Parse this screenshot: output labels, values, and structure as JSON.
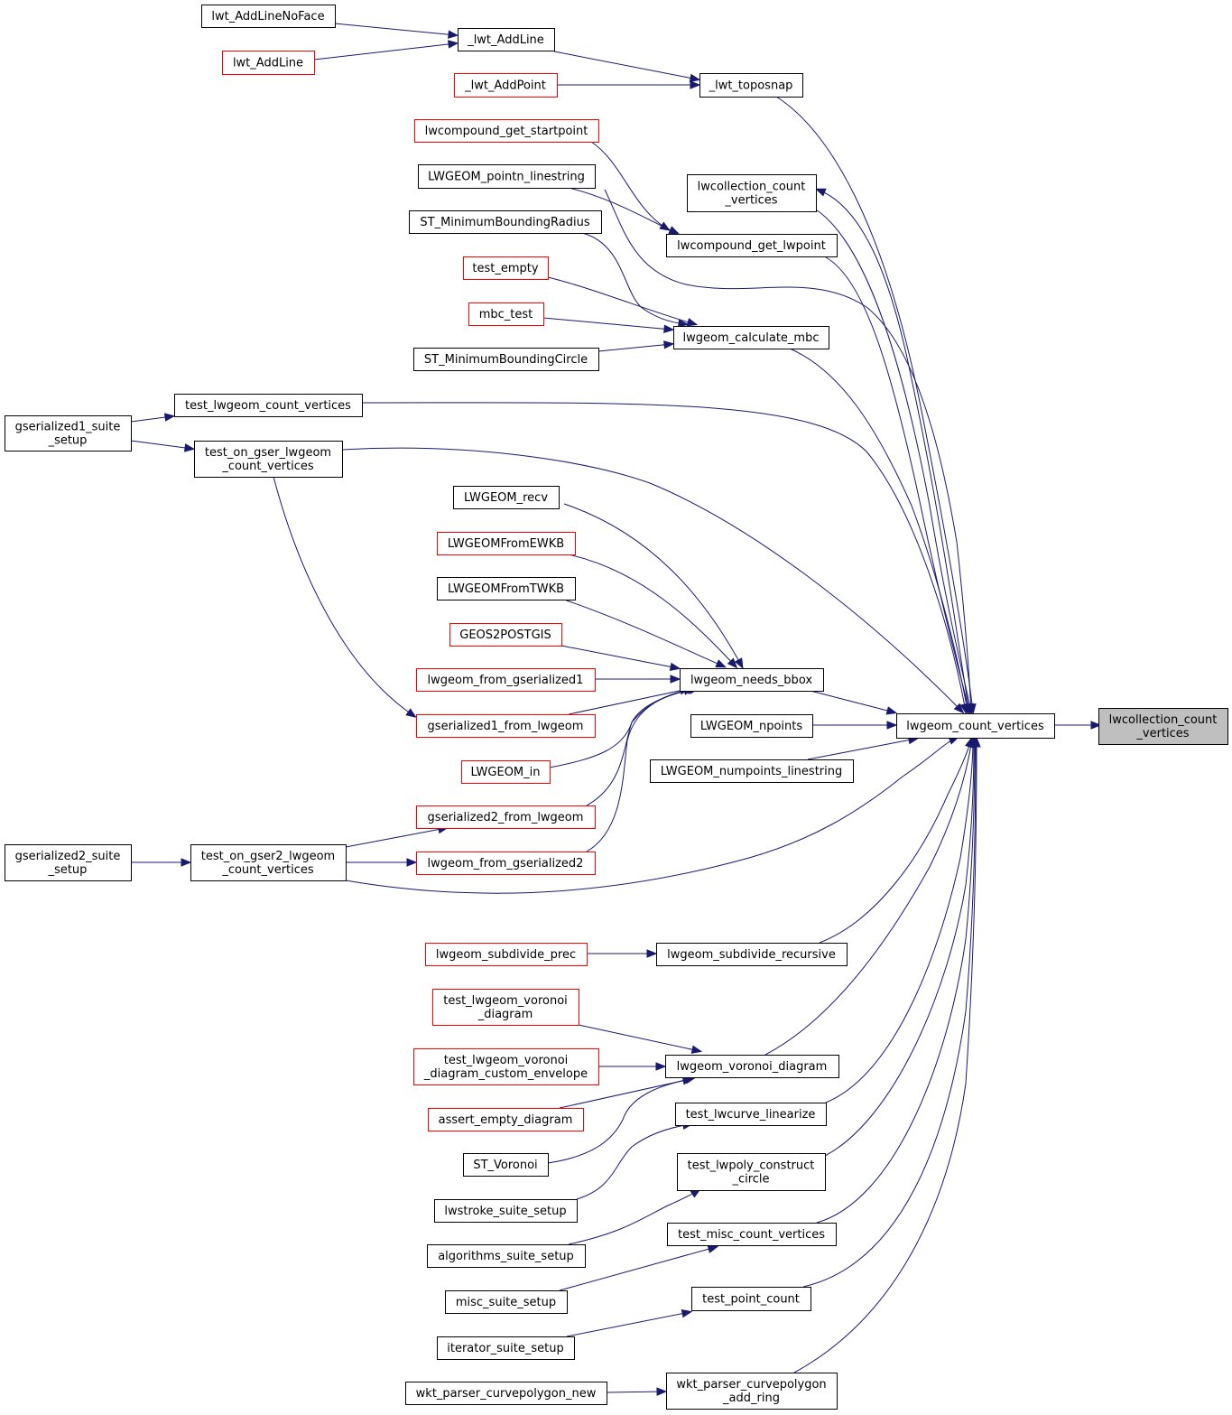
{
  "colors": {
    "edge": "#191970",
    "node_border_default": "#000000",
    "node_border_truncated": "#ff0000",
    "focus_fill": "#bfbfbf"
  },
  "nodes": [
    {
      "id": "n0",
      "lines": [
        "lwcollection_count",
        "_vertices"
      ],
      "style": "focus"
    },
    {
      "id": "n1",
      "lines": [
        "lwgeom_count_vertices"
      ],
      "style": "normal"
    },
    {
      "id": "n2",
      "lines": [
        "_lwt_toposnap"
      ],
      "style": "normal"
    },
    {
      "id": "n3",
      "lines": [
        "_lwt_AddLine"
      ],
      "style": "normal"
    },
    {
      "id": "n4",
      "lines": [
        "lwt_AddLineNoFace"
      ],
      "style": "normal"
    },
    {
      "id": "n5",
      "lines": [
        "lwt_AddLine"
      ],
      "style": "truncated"
    },
    {
      "id": "n6",
      "lines": [
        "_lwt_AddPoint"
      ],
      "style": "truncated"
    },
    {
      "id": "n7",
      "lines": [
        "lwcollection_count",
        "_vertices"
      ],
      "style": "normal"
    },
    {
      "id": "n8",
      "lines": [
        "lwcompound_get_lwpoint"
      ],
      "style": "normal"
    },
    {
      "id": "n9",
      "lines": [
        "lwcompound_get_startpoint"
      ],
      "style": "truncated"
    },
    {
      "id": "n10",
      "lines": [
        "LWGEOM_pointn_linestring"
      ],
      "style": "normal"
    },
    {
      "id": "n11",
      "lines": [
        "lwgeom_calculate_mbc"
      ],
      "style": "normal"
    },
    {
      "id": "n12",
      "lines": [
        "ST_MinimumBoundingRadius"
      ],
      "style": "normal"
    },
    {
      "id": "n13",
      "lines": [
        "test_empty"
      ],
      "style": "truncated"
    },
    {
      "id": "n14",
      "lines": [
        "mbc_test"
      ],
      "style": "truncated"
    },
    {
      "id": "n15",
      "lines": [
        "ST_MinimumBoundingCircle"
      ],
      "style": "normal"
    },
    {
      "id": "n16",
      "lines": [
        "test_lwgeom_count_vertices"
      ],
      "style": "normal"
    },
    {
      "id": "n17",
      "lines": [
        "gserialized1_suite",
        "_setup"
      ],
      "style": "normal"
    },
    {
      "id": "n18",
      "lines": [
        "test_on_gser_lwgeom",
        "_count_vertices"
      ],
      "style": "normal"
    },
    {
      "id": "n19",
      "lines": [
        "lwgeom_needs_bbox"
      ],
      "style": "normal"
    },
    {
      "id": "n20",
      "lines": [
        "LWGEOM_recv"
      ],
      "style": "normal"
    },
    {
      "id": "n21",
      "lines": [
        "LWGEOMFromEWKB"
      ],
      "style": "truncated"
    },
    {
      "id": "n22",
      "lines": [
        "LWGEOMFromTWKB"
      ],
      "style": "normal"
    },
    {
      "id": "n23",
      "lines": [
        "GEOS2POSTGIS"
      ],
      "style": "truncated"
    },
    {
      "id": "n24",
      "lines": [
        "lwgeom_from_gserialized1"
      ],
      "style": "truncated"
    },
    {
      "id": "n25",
      "lines": [
        "gserialized1_from_lwgeom"
      ],
      "style": "truncated"
    },
    {
      "id": "n26",
      "lines": [
        "LWGEOM_in"
      ],
      "style": "truncated"
    },
    {
      "id": "n27",
      "lines": [
        "gserialized2_from_lwgeom"
      ],
      "style": "truncated"
    },
    {
      "id": "n28",
      "lines": [
        "test_on_gser2_lwgeom",
        "_count_vertices"
      ],
      "style": "normal"
    },
    {
      "id": "n29",
      "lines": [
        "gserialized2_suite",
        "_setup"
      ],
      "style": "normal"
    },
    {
      "id": "n30",
      "lines": [
        "lwgeom_from_gserialized2"
      ],
      "style": "truncated"
    },
    {
      "id": "n31",
      "lines": [
        "LWGEOM_npoints"
      ],
      "style": "normal"
    },
    {
      "id": "n32",
      "lines": [
        "LWGEOM_numpoints_linestring"
      ],
      "style": "normal"
    },
    {
      "id": "n33",
      "lines": [
        "lwgeom_subdivide_recursive"
      ],
      "style": "normal"
    },
    {
      "id": "n34",
      "lines": [
        "lwgeom_subdivide_prec"
      ],
      "style": "truncated"
    },
    {
      "id": "n35",
      "lines": [
        "lwgeom_voronoi_diagram"
      ],
      "style": "normal"
    },
    {
      "id": "n36",
      "lines": [
        "test_lwgeom_voronoi",
        "_diagram"
      ],
      "style": "truncated"
    },
    {
      "id": "n37",
      "lines": [
        "test_lwgeom_voronoi",
        "_diagram_custom_envelope"
      ],
      "style": "truncated"
    },
    {
      "id": "n38",
      "lines": [
        "assert_empty_diagram"
      ],
      "style": "truncated"
    },
    {
      "id": "n39",
      "lines": [
        "ST_Voronoi"
      ],
      "style": "normal"
    },
    {
      "id": "n40",
      "lines": [
        "test_lwcurve_linearize"
      ],
      "style": "normal"
    },
    {
      "id": "n41",
      "lines": [
        "lwstroke_suite_setup"
      ],
      "style": "normal"
    },
    {
      "id": "n42",
      "lines": [
        "test_lwpoly_construct",
        "_circle"
      ],
      "style": "normal"
    },
    {
      "id": "n43",
      "lines": [
        "algorithms_suite_setup"
      ],
      "style": "normal"
    },
    {
      "id": "n44",
      "lines": [
        "test_misc_count_vertices"
      ],
      "style": "normal"
    },
    {
      "id": "n45",
      "lines": [
        "misc_suite_setup"
      ],
      "style": "normal"
    },
    {
      "id": "n46",
      "lines": [
        "test_point_count"
      ],
      "style": "normal"
    },
    {
      "id": "n47",
      "lines": [
        "iterator_suite_setup"
      ],
      "style": "normal"
    },
    {
      "id": "n48",
      "lines": [
        "wkt_parser_curvepolygon",
        "_add_ring"
      ],
      "style": "normal"
    },
    {
      "id": "n49",
      "lines": [
        "wkt_parser_curvepolygon_new"
      ],
      "style": "normal"
    }
  ],
  "edges": [
    {
      "from": "n1",
      "to": "n0"
    },
    {
      "from": "n2",
      "to": "n1"
    },
    {
      "from": "n3",
      "to": "n2"
    },
    {
      "from": "n4",
      "to": "n3"
    },
    {
      "from": "n5",
      "to": "n3"
    },
    {
      "from": "n6",
      "to": "n2"
    },
    {
      "from": "n7",
      "to": "n1"
    },
    {
      "from": "n1",
      "to": "n7"
    },
    {
      "from": "n8",
      "to": "n1"
    },
    {
      "from": "n9",
      "to": "n8"
    },
    {
      "from": "n10",
      "to": "n8"
    },
    {
      "from": "n10",
      "to": "n1"
    },
    {
      "from": "n11",
      "to": "n1"
    },
    {
      "from": "n12",
      "to": "n11"
    },
    {
      "from": "n13",
      "to": "n11"
    },
    {
      "from": "n14",
      "to": "n11"
    },
    {
      "from": "n15",
      "to": "n11"
    },
    {
      "from": "n16",
      "to": "n1"
    },
    {
      "from": "n17",
      "to": "n16"
    },
    {
      "from": "n17",
      "to": "n18"
    },
    {
      "from": "n18",
      "to": "n1"
    },
    {
      "from": "n18",
      "to": "n25"
    },
    {
      "from": "n19",
      "to": "n1"
    },
    {
      "from": "n20",
      "to": "n19"
    },
    {
      "from": "n21",
      "to": "n19"
    },
    {
      "from": "n22",
      "to": "n19"
    },
    {
      "from": "n23",
      "to": "n19"
    },
    {
      "from": "n24",
      "to": "n19"
    },
    {
      "from": "n25",
      "to": "n19"
    },
    {
      "from": "n26",
      "to": "n19"
    },
    {
      "from": "n27",
      "to": "n19"
    },
    {
      "from": "n30",
      "to": "n19"
    },
    {
      "from": "n28",
      "to": "n1"
    },
    {
      "from": "n28",
      "to": "n27"
    },
    {
      "from": "n28",
      "to": "n30"
    },
    {
      "from": "n29",
      "to": "n28"
    },
    {
      "from": "n31",
      "to": "n1"
    },
    {
      "from": "n32",
      "to": "n1"
    },
    {
      "from": "n33",
      "to": "n1"
    },
    {
      "from": "n34",
      "to": "n33"
    },
    {
      "from": "n35",
      "to": "n1"
    },
    {
      "from": "n36",
      "to": "n35"
    },
    {
      "from": "n37",
      "to": "n35"
    },
    {
      "from": "n38",
      "to": "n35"
    },
    {
      "from": "n39",
      "to": "n35"
    },
    {
      "from": "n40",
      "to": "n1"
    },
    {
      "from": "n41",
      "to": "n40"
    },
    {
      "from": "n42",
      "to": "n1"
    },
    {
      "from": "n43",
      "to": "n42"
    },
    {
      "from": "n44",
      "to": "n1"
    },
    {
      "from": "n45",
      "to": "n44"
    },
    {
      "from": "n46",
      "to": "n1"
    },
    {
      "from": "n47",
      "to": "n46"
    },
    {
      "from": "n48",
      "to": "n1"
    },
    {
      "from": "n49",
      "to": "n48"
    }
  ]
}
